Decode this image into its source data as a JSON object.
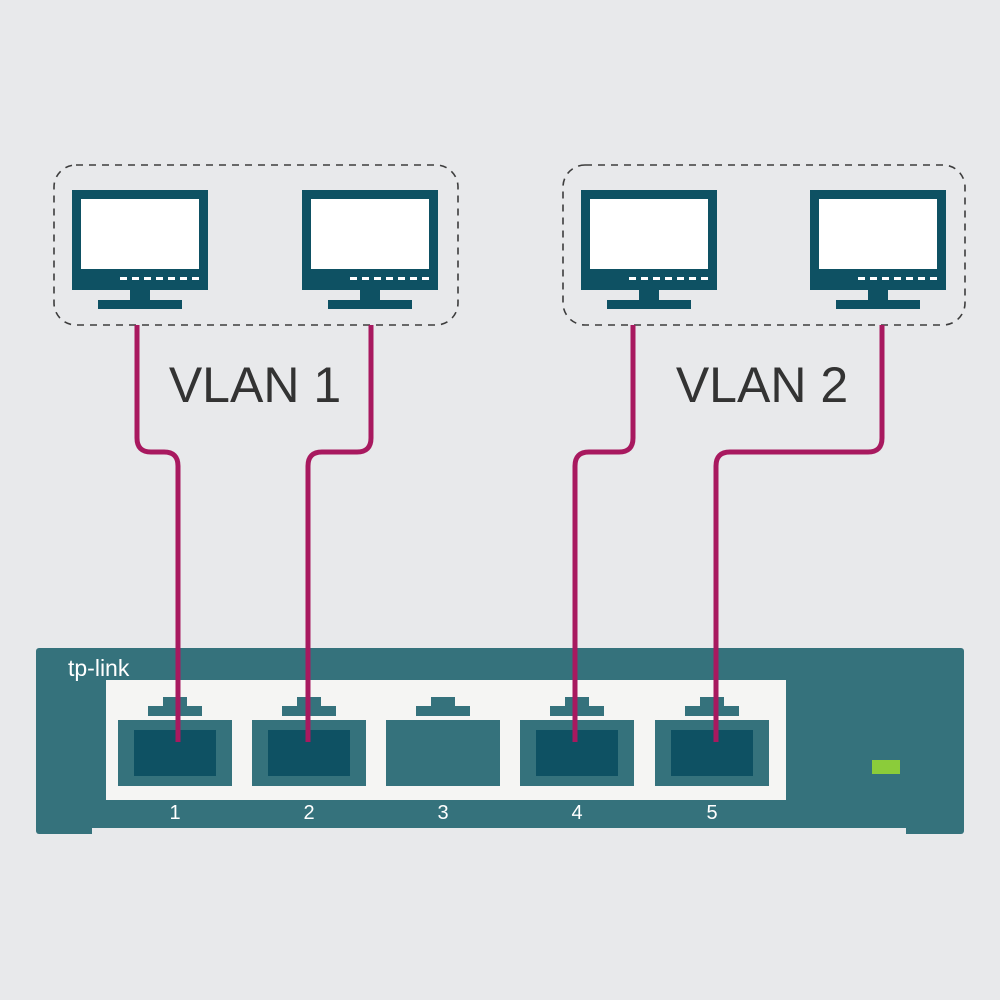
{
  "colors": {
    "background": "#e8e9eb",
    "monitor": "#0e5163",
    "cable": "#a8195f",
    "switch_body": "#35727c",
    "switch_panel": "#f5f5f3",
    "port_outline": "#35727c",
    "port_inner": "#0e5163",
    "led": "#8bcc3a",
    "group_border": "#3d3d3d",
    "label_text": "#333333"
  },
  "groups": [
    {
      "label": "VLAN 1",
      "monitors": 2
    },
    {
      "label": "VLAN 2",
      "monitors": 2
    }
  ],
  "switch": {
    "brand": "tp-link",
    "ports": [
      {
        "label": "1",
        "connected": true
      },
      {
        "label": "2",
        "connected": true
      },
      {
        "label": "3",
        "connected": false
      },
      {
        "label": "4",
        "connected": true
      },
      {
        "label": "5",
        "connected": true
      }
    ],
    "status_led": "status-led"
  },
  "icons": [
    "monitor-icon",
    "ethernet-port-icon",
    "status-led-icon"
  ]
}
